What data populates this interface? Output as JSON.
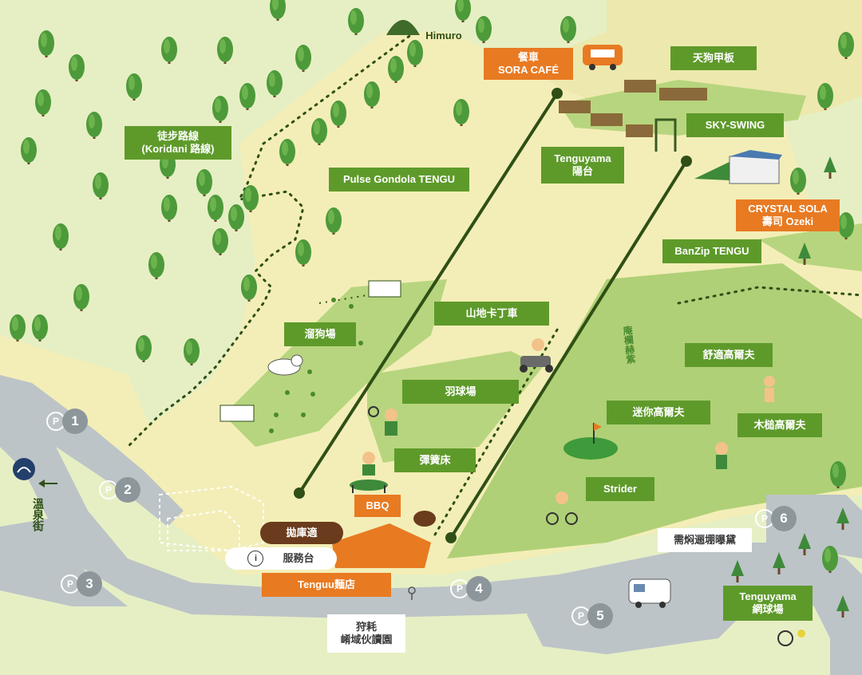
{
  "colors": {
    "grass": "#a7ca6f",
    "field": "#f3eeb7",
    "road": "#bcc4c7",
    "green_label": "#5e9a2a",
    "orange_label": "#e87a22",
    "dark_line": "#2f4f16"
  },
  "places": {
    "himuro": "Himuro",
    "cafe": [
      "餐車",
      "SORA CAFÉ"
    ],
    "tengu_deck": "天狗甲板",
    "sky_swing": "SKY-SWING",
    "yodai": [
      "Tenguyama",
      "陽台"
    ],
    "crystal": [
      "CRYSTAL SOLA",
      "壽司 Ozeki"
    ],
    "koridani": [
      "徒步路線",
      "(Koridani 路線)"
    ],
    "gondola": "Pulse Gondola TENGU",
    "banzip": "BanZip TENGU",
    "kart": "山地卡丁車",
    "dogrun": "溜狗場",
    "badminton": "羽球場",
    "trampoline": "彈簧床",
    "golf": "舒適高爾夫",
    "mini_golf": "迷你高爾夫",
    "wood_golf": "木槌高爾夫",
    "strider": "Strider",
    "bbq": "BBQ",
    "storehouse": "拋庫適",
    "info": "服務台",
    "restaurant": "Tenguu麵店",
    "camping": "需焖逦堋曝黛",
    "tennis": [
      "Tenguyama",
      "網球場"
    ],
    "pasture": [
      "狩耗",
      "崤域伙讀園"
    ],
    "onsen": "溫泉街",
    "fence": "庵欄赫紫",
    "info_icon": "i"
  },
  "parking": [
    {
      "p": "P",
      "num": "1"
    },
    {
      "p": "P",
      "num": "2"
    },
    {
      "p": "P",
      "num": "3"
    },
    {
      "p": "P",
      "num": "4"
    },
    {
      "p": "P",
      "num": "5"
    },
    {
      "p": "P",
      "num": "6"
    }
  ]
}
